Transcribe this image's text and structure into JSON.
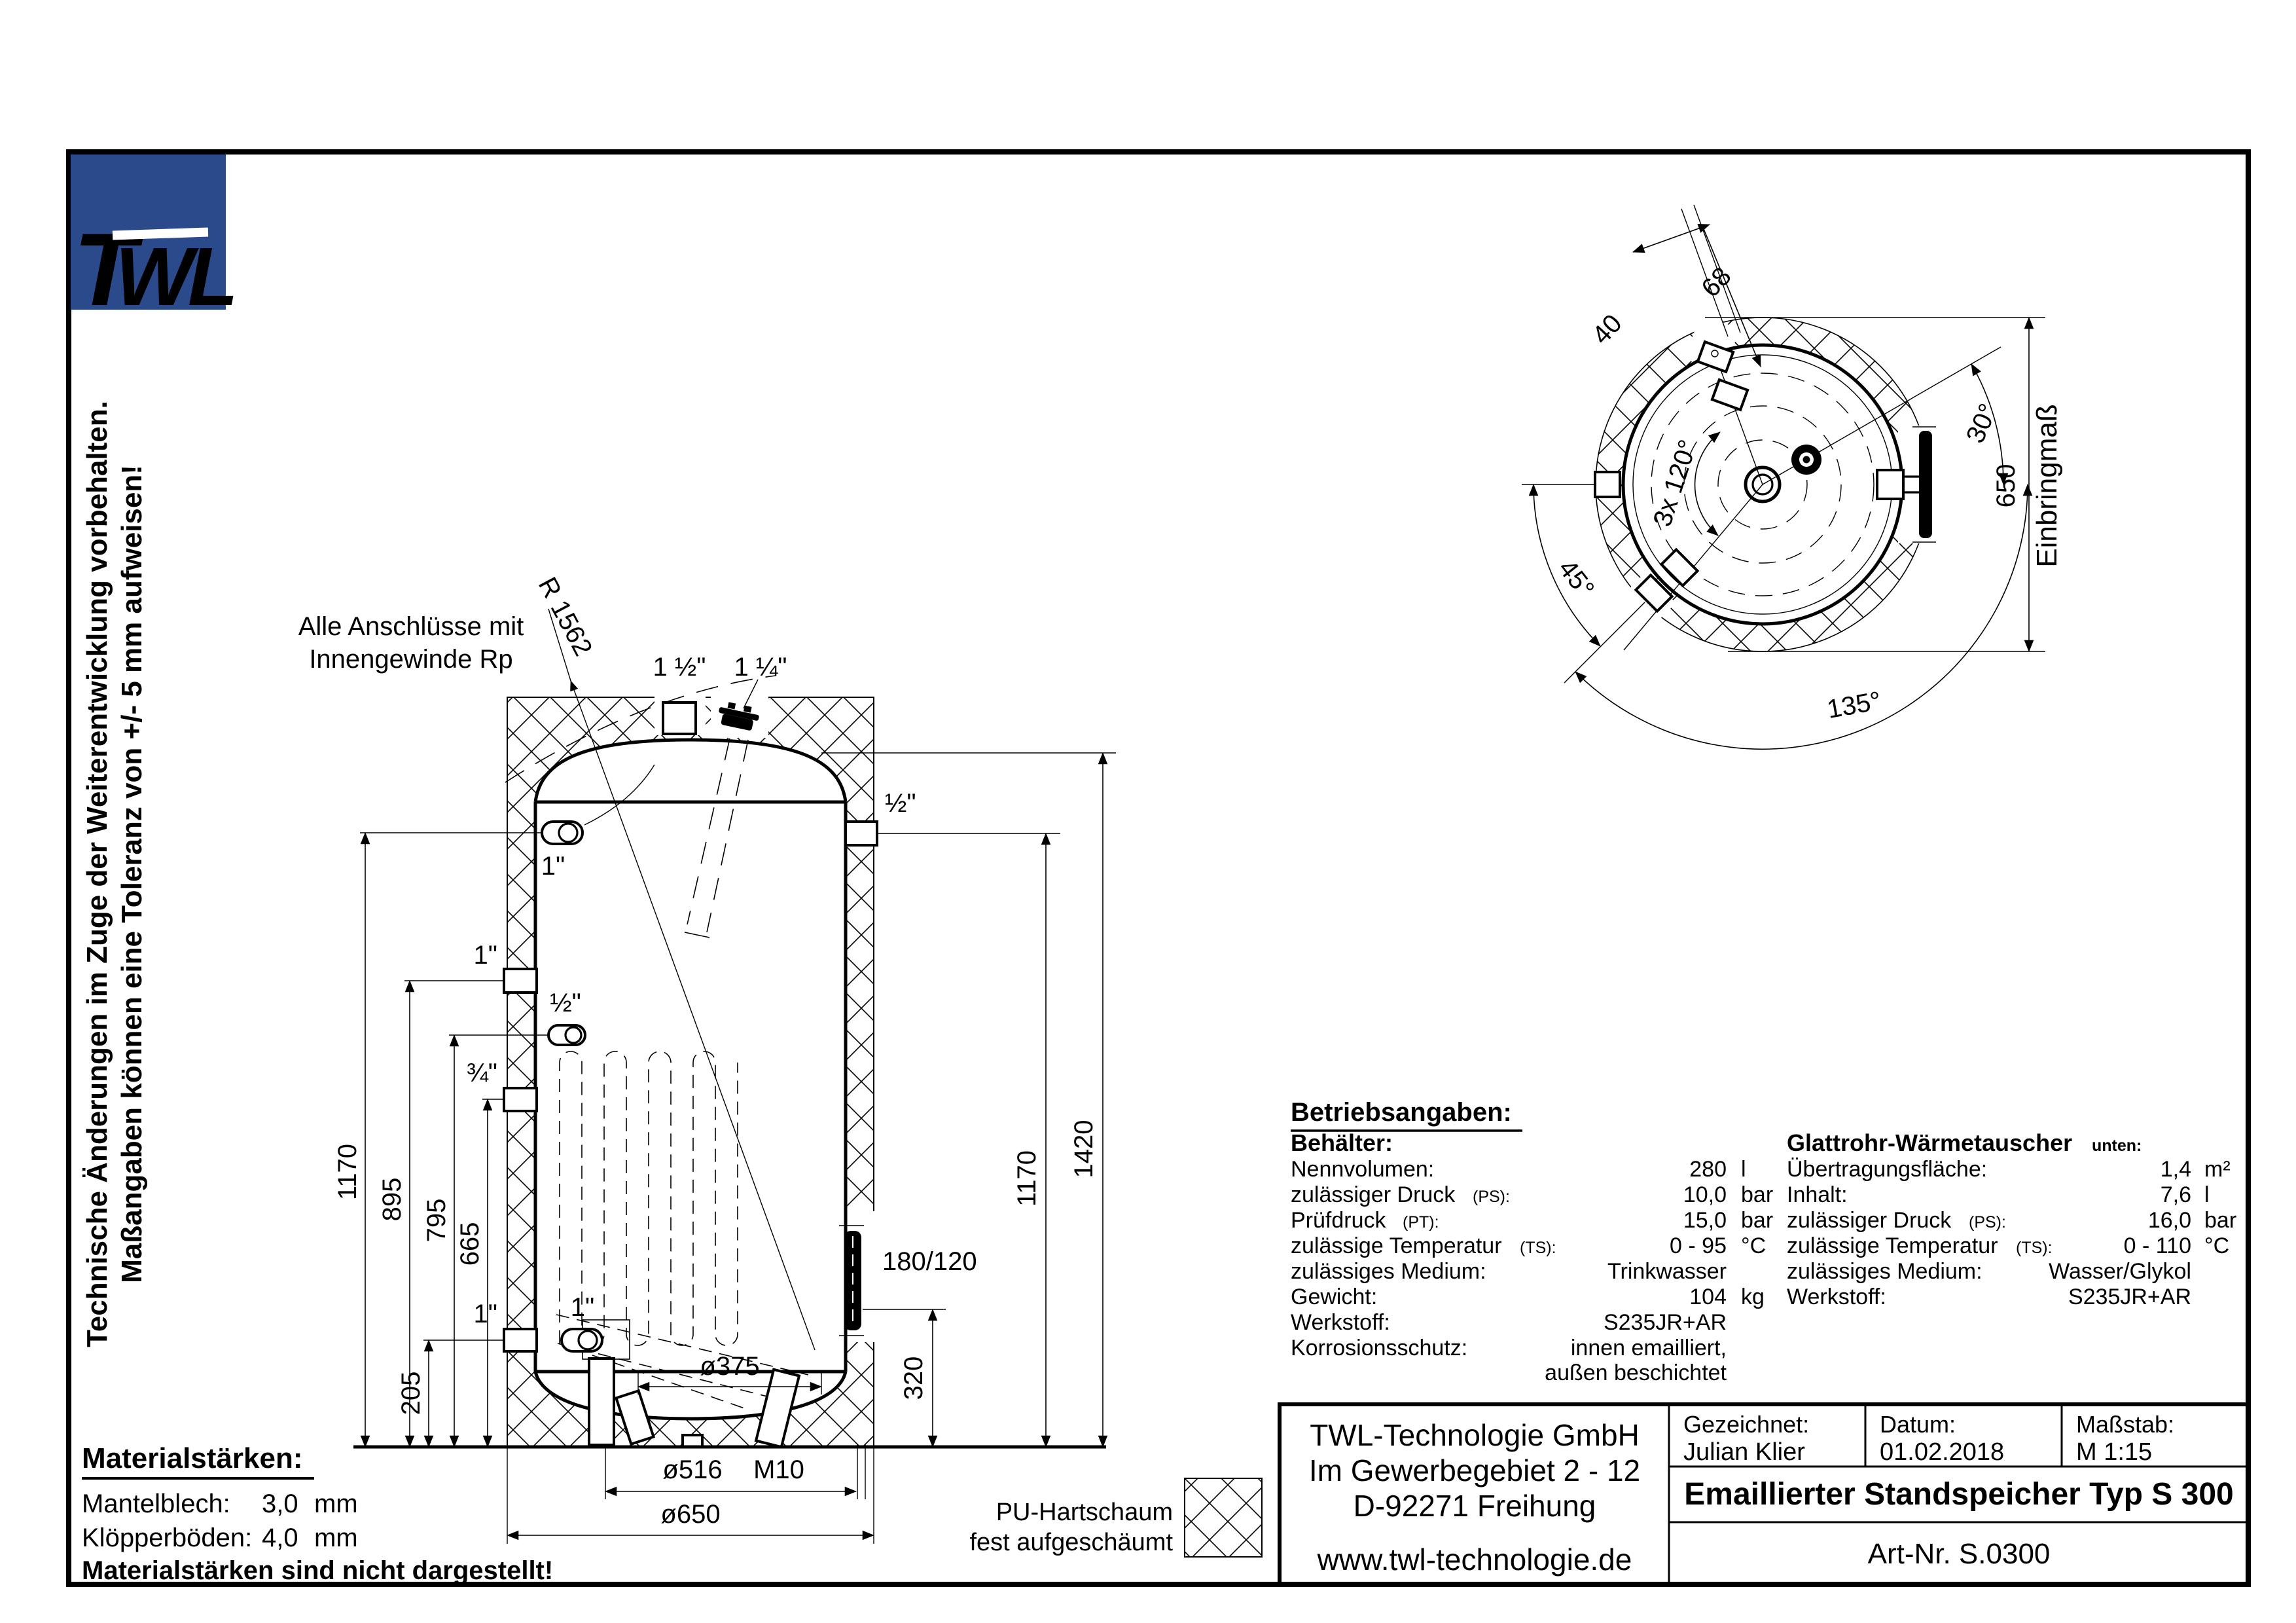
{
  "logo": {
    "text_t": "T",
    "text_wl": "WL",
    "color": "#2b4a8b"
  },
  "side_note": {
    "line1": "Technische Änderungen im Zuge der Weiterentwicklung vorbehalten.",
    "line2": "Maßangaben können eine Toleranz von +/- 5 mm aufweisen!"
  },
  "front_view": {
    "note_line1": "Alle Anschlüsse mit",
    "note_line2": "Innengewinde Rp",
    "radius_label": "R 1562",
    "top_conn_left": "1 ½\"",
    "top_conn_right": "1 ¼\"",
    "left_upper_one": "1\"",
    "left_half": "½\"",
    "left_one": "1\"",
    "left_three_quarter": "¾\"",
    "left_lower_one_outer": "1\"",
    "left_lower_one_inner": "1\"",
    "right_half": "½\"",
    "flange_label": "180/120",
    "dim_1170_left": "1170",
    "dim_895": "895",
    "dim_795": "795",
    "dim_665": "665",
    "dim_205": "205",
    "dim_1420": "1420",
    "dim_1170_right": "1170",
    "dim_320": "320",
    "dim_375": "ø375",
    "dim_516": "ø516",
    "dim_m10": "M10",
    "dim_650": "ø650"
  },
  "top_view": {
    "dim_40": "40",
    "dim_68": "68",
    "angle_30": "30°",
    "angle_45": "45°",
    "angle_135": "135°",
    "angle_120": "3x 120°",
    "dim_650": "650",
    "einbringmass": "Einbringmaß"
  },
  "ops": {
    "title": "Betriebsangaben:",
    "section": "Behälter:",
    "rows": [
      {
        "label": "Nennvolumen:",
        "sub": "",
        "value": "280",
        "unit": "l"
      },
      {
        "label": "zulässiger Druck",
        "sub": "(PS):",
        "value": "10,0",
        "unit": "bar"
      },
      {
        "label": "Prüfdruck",
        "sub": "(PT):",
        "value": "15,0",
        "unit": "bar"
      },
      {
        "label": "zulässige Temperatur",
        "sub": "(TS):",
        "value": "0 - 95",
        "unit": "°C"
      },
      {
        "label": "zulässiges Medium:",
        "sub": "",
        "value": "Trinkwasser",
        "unit": ""
      },
      {
        "label": "Gewicht:",
        "sub": "",
        "value": "104",
        "unit": "kg"
      },
      {
        "label": "Werkstoff:",
        "sub": "",
        "value": "S235JR+AR",
        "unit": ""
      },
      {
        "label": "Korrosionsschutz:",
        "sub": "",
        "value": "innen emailliert,",
        "unit": ""
      },
      {
        "label": "",
        "sub": "",
        "value": "außen beschichtet",
        "unit": ""
      }
    ]
  },
  "hx": {
    "title": "Glattrohr-Wärmetauscher",
    "title_sub": "unten:",
    "rows": [
      {
        "label": "Übertragungsfläche:",
        "sub": "",
        "value": "1,4",
        "unit": "m²"
      },
      {
        "label": "Inhalt:",
        "sub": "",
        "value": "7,6",
        "unit": "l"
      },
      {
        "label": "zulässiger Druck",
        "sub": "(PS):",
        "value": "16,0",
        "unit": "bar"
      },
      {
        "label": "zulässige Temperatur",
        "sub": "(TS):",
        "value": "0 - 110",
        "unit": "°C"
      },
      {
        "label": "zulässiges Medium:",
        "sub": "",
        "value": "Wasser/Glykol",
        "unit": ""
      },
      {
        "label": "Werkstoff:",
        "sub": "",
        "value": "S235JR+AR",
        "unit": ""
      }
    ]
  },
  "materials": {
    "title": "Materialstärken:",
    "rows": [
      {
        "label": "Mantelblech:",
        "value": "3,0",
        "unit": "mm"
      },
      {
        "label": "Klöpperböden:",
        "value": "4,0",
        "unit": "mm"
      }
    ],
    "note": "Materialstärken sind nicht dargestellt!"
  },
  "legend": {
    "line1": "PU-Hartschaum",
    "line2": "fest aufgeschäumt"
  },
  "title_block": {
    "company_line1": "TWL-Technologie GmbH",
    "company_line2": "Im Gewerbegebiet 2 - 12",
    "company_line3": "D-92271 Freihung",
    "website": "www.twl-technologie.de",
    "drawn_label": "Gezeichnet:",
    "drawn_value": "Julian Klier",
    "date_label": "Datum:",
    "date_value": "01.02.2018",
    "scale_label": "Maßstab:",
    "scale_value": "M 1:15",
    "drawing_title": "Emaillierter Standspeicher Typ S 300",
    "art_no": "Art-Nr. S.0300"
  }
}
